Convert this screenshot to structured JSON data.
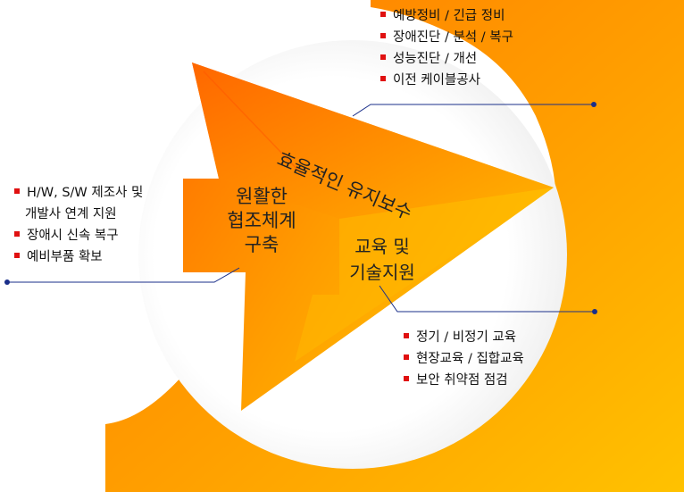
{
  "arrow": {
    "title": "효율적인 유지보수",
    "left_label": [
      "원활한",
      "협조체계",
      "구축"
    ],
    "right_label": [
      "교육 및",
      "기술지원"
    ]
  },
  "lists": {
    "top_right": [
      "예방정비 /  긴급 정비",
      "장애진단 / 분석 / 복구",
      "성능진단 / 개선",
      "이전 케이블공사"
    ],
    "left": [
      "H/W, S/W 제조사 및",
      "개발사 연계 지원",
      "장애시 신속 복구",
      "예비부품 확보"
    ],
    "bottom_right": [
      "정기 / 비정기 교육",
      "현장교육 / 집합교육",
      "보안 취약점 점검"
    ]
  },
  "colors": {
    "bullet": "#e01010",
    "leader_line": "#1a2f8a",
    "orange_dark": "#ff7a00",
    "orange_light": "#ffc400"
  }
}
